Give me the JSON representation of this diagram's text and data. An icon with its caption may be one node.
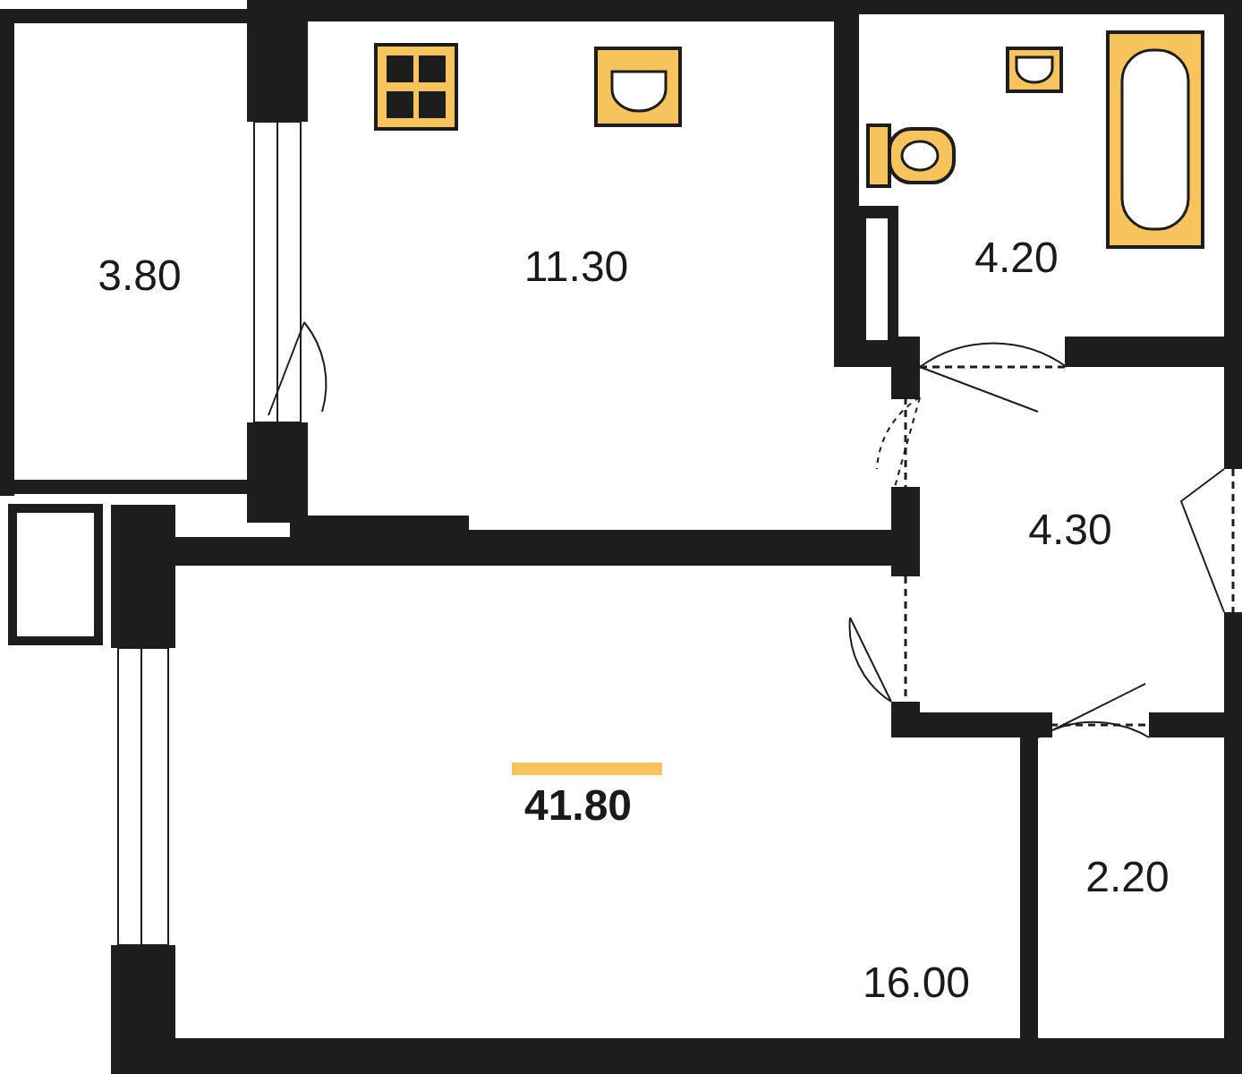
{
  "diagram": {
    "labels": [
      "3.80",
      "11.30",
      "4.20",
      "4.30",
      "41.80",
      "2.20",
      "16.00"
    ]
  }
}
